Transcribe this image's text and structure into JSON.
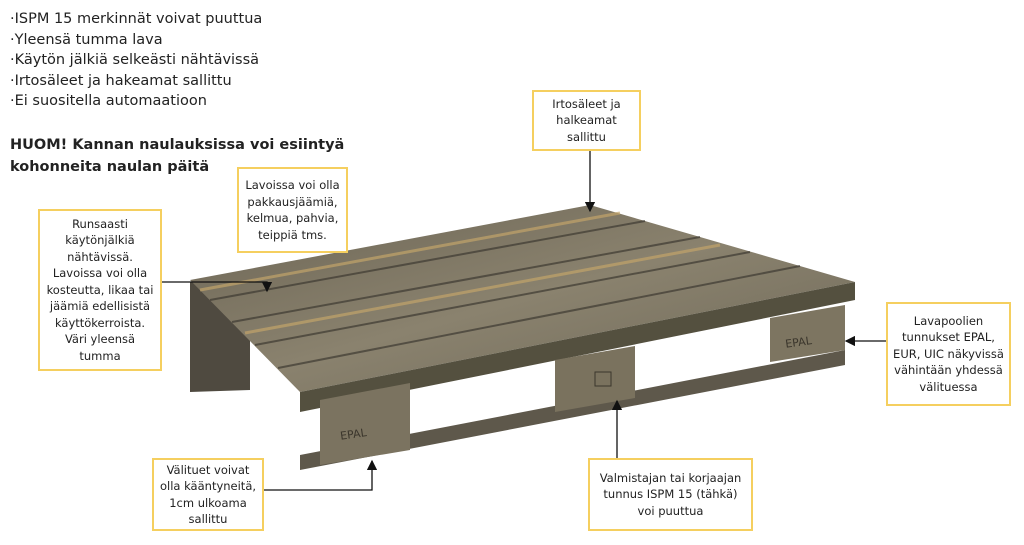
{
  "bullets": [
    "·ISPM 15 merkinnät voivat puuttua",
    "·Yleensä tumma lava",
    "·Käytön jälkiä selkeästi nähtävissä",
    "·Irtosäleet ja hakeamat sallittu",
    "·Ei suositella automaatioon"
  ],
  "note": "HUOM! Kannan naulauksissa voi esiintyä kohonneita naulan päitä",
  "callouts": {
    "wear": "Runsaasti käytönjälkiä nähtävissä. Lavoissa voi olla kosteutta, likaa tai jäämiä edellisistä käyttökerroista. Väri yleensä tumma",
    "residue": "Lavoissa voi olla pakkausjäämiä, kelmua, pahvia, teippiä tms.",
    "loose_slats": "Irtosäleet ja halkeamat sallittu",
    "pool_marks": "Lavapoolien tunnukset EPAL,  EUR, UIC näkyvissä vähintään yhdessä välituessa",
    "manufacturer": "Valmistajan tai korjaajan tunnus ISPM 15 (tähkä) voi puuttua",
    "blocks": "Välituet voivat olla kääntyneitä, 1cm ulkoama sallittu"
  },
  "block_marks": {
    "left": "EPAL",
    "right": "EPAL"
  },
  "colors": {
    "border": "#f5cf5f",
    "wood_dark": "#5a5448",
    "wood_light": "#8d8572"
  }
}
